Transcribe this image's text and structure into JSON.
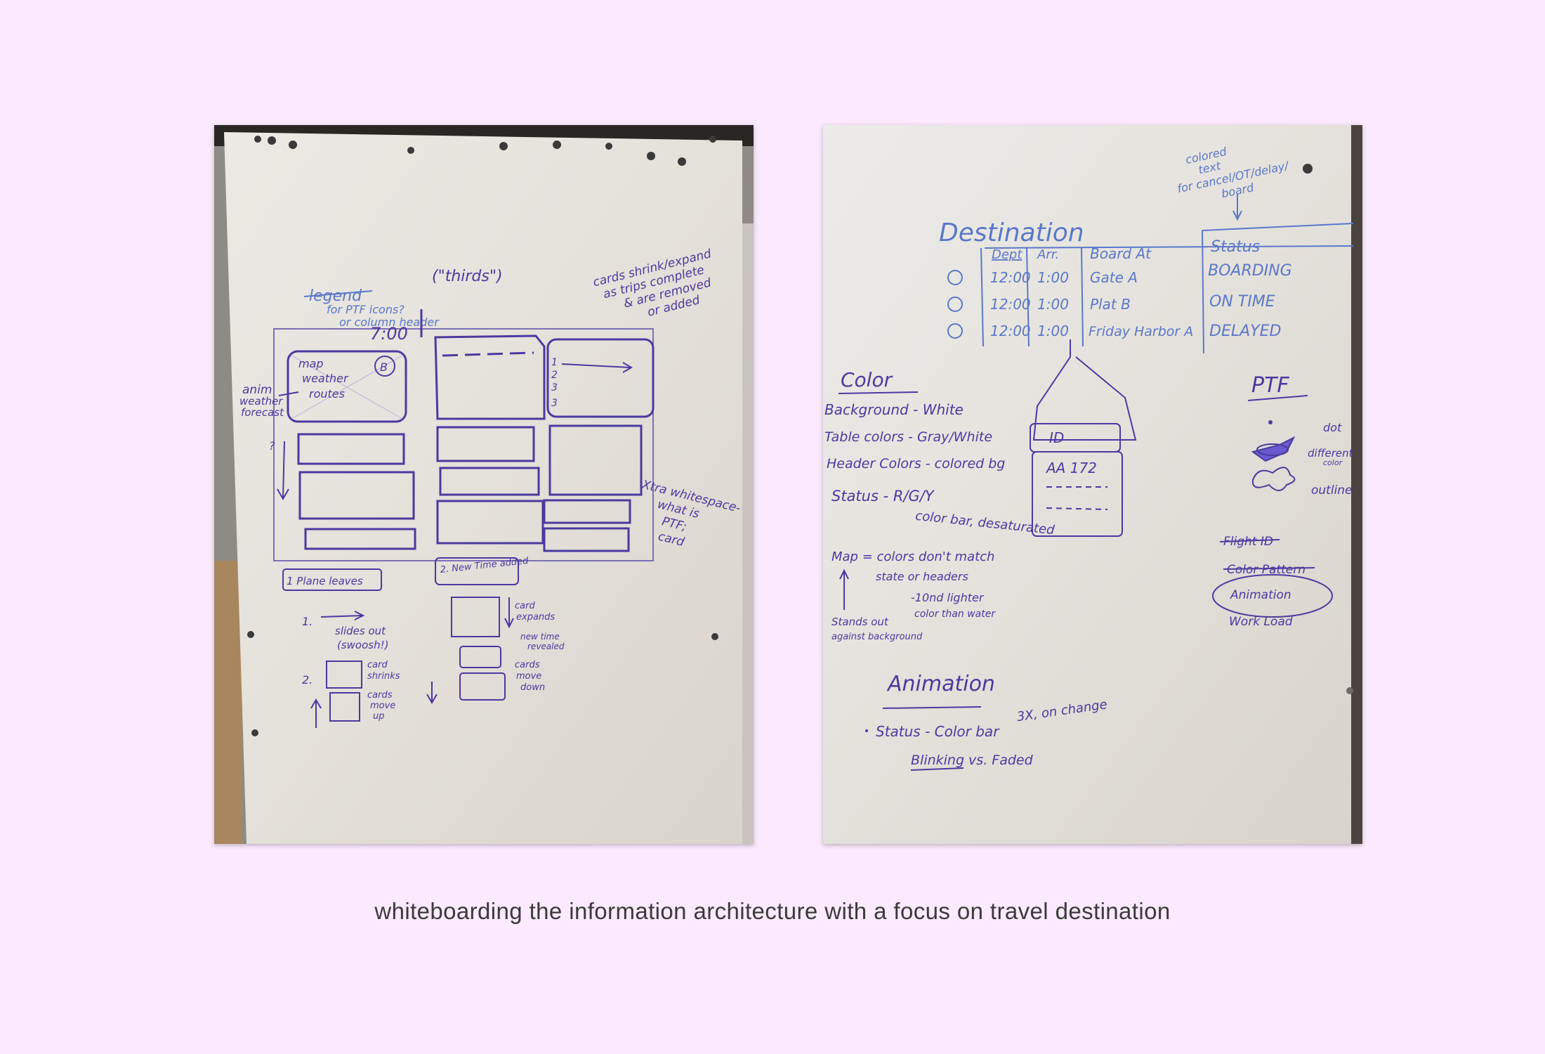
{
  "caption": "whiteboarding the information architecture with a focus on travel destination",
  "colors": {
    "page_background": "#fbe9fd",
    "board": "#e6e2dc",
    "marker_purple": "#4a3aa0",
    "marker_blue": "#5a78c8"
  },
  "left_board": {
    "legend": "legend",
    "legend_note_1": "for PTF icons?",
    "legend_note_2": "or column header",
    "thirds": "(\"thirds\")",
    "cards_note_1": "cards shrink/expand",
    "cards_note_2": "as trips complete",
    "cards_note_3": "& are removed",
    "cards_note_4": "or added",
    "time": "7:00",
    "map_card_1": "map",
    "map_card_2": "weather",
    "map_card_3": "routes",
    "map_badge": "B",
    "anim_1": "anim",
    "anim_2": "weather",
    "anim_3": "forecast",
    "xtra_1": "Xtra whitespace-",
    "xtra_2": "what is",
    "xtra_3": "PTF;",
    "xtra_4": "card",
    "step1_title": "1 Plane leaves",
    "step1_a": "1.",
    "step1_b": "slides out",
    "step1_c": "(swoosh!)",
    "step2_a": "2.",
    "step2_b": "card",
    "step2_c": "shrinks",
    "step2_d": "cards",
    "step2_e": "move",
    "step2_f": "up",
    "new_title": "2. New Time added",
    "new_a": "card",
    "new_b": "expands",
    "new_c": "new time",
    "new_d": "revealed",
    "new_e": "cards",
    "new_f": "move",
    "new_g": "down",
    "list_nums": [
      "1",
      "2",
      "3",
      "3"
    ]
  },
  "right_board": {
    "colored_note_1": "colored",
    "colored_note_2": "text",
    "colored_note_3": "for cancel/OT/delay/",
    "colored_note_4": "board",
    "destination": "Destination",
    "table_headers": [
      "Dept",
      "Arr.",
      "Board At",
      "Status"
    ],
    "table_rows": [
      {
        "dept": "12:00",
        "arr": "1:00",
        "board": "Gate A",
        "status": "BOARDING"
      },
      {
        "dept": "12:00",
        "arr": "1:00",
        "board": "Plat B",
        "status": "ON TIME"
      },
      {
        "dept": "12:00",
        "arr": "1:00",
        "board": "Friday Harbor A",
        "status": "DELAYED"
      }
    ],
    "tag_id": "ID",
    "tag_flight": "AA 172",
    "color_heading": "Color",
    "color_lines": [
      "Background - White",
      "Table colors - Gray/White",
      "Header Colors - colored bg",
      "Status - R/G/Y",
      "color bar, desaturated"
    ],
    "map_1": "Map = colors don't match",
    "map_2": "state or headers",
    "map_3": "-10nd lighter",
    "map_4": "color than water",
    "map_5": "Stands out",
    "map_6": "against background",
    "ptf_heading": "PTF",
    "ptf_dot": "dot",
    "ptf_diff_1": "different",
    "ptf_diff_2": "color",
    "ptf_outline": "outline",
    "ptf_list": [
      "Flight ID",
      "Color Pattern",
      "Animation",
      "Work Load"
    ],
    "anim_heading": "Animation",
    "anim_1": "Status - Color bar",
    "anim_2": "3X, on change",
    "anim_3": "Blinking vs. Faded"
  }
}
